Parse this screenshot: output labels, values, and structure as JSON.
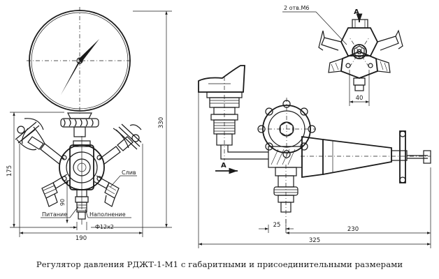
{
  "caption": "Регулятор давления РДЖТ-1-М1 с габаритными и присоединительными размерами",
  "left_view": {
    "dim_height_total": "330",
    "dim_height_lower": "175",
    "dim_90": "90",
    "dim_width": "190",
    "label_slive": "Слив",
    "label_pitanie": "Питание",
    "label_napolnenie": "Наполнение",
    "thread_label": "Ф12х2"
  },
  "side_view": {
    "view_arrow_label": "А",
    "dim_25": "25",
    "dim_230": "230",
    "dim_325": "325"
  },
  "view_a": {
    "title": "А",
    "holes_label": "2 отв.М6",
    "dim_40": "40"
  }
}
